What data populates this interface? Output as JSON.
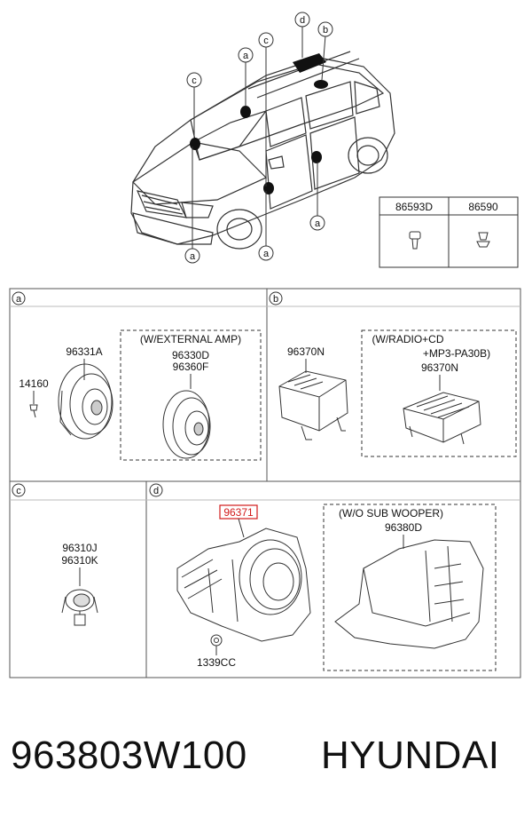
{
  "callouts": {
    "a": "a",
    "b": "b",
    "c": "c",
    "d": "d"
  },
  "clip_table": {
    "col1": "86593D",
    "col2": "86590"
  },
  "section_a": {
    "tag": "a",
    "part_main": "96331A",
    "part_screw": "14160",
    "box_title": "(W/EXTERNAL AMP)",
    "box_part1": "96330D",
    "box_part2": "96360F"
  },
  "section_b": {
    "tag": "b",
    "part_main": "96370N",
    "box_title_1": "(W/RADIO+CD",
    "box_title_2": "+MP3-PA30B)",
    "box_part": "96370N"
  },
  "section_c": {
    "tag": "c",
    "part1": "96310J",
    "part2": "96310K"
  },
  "section_d": {
    "tag": "d",
    "part_highlight": "96371",
    "part_nut": "1339CC",
    "box_title": "(W/O SUB WOOPER)",
    "box_part": "96380D"
  },
  "footer": {
    "part_number": "963803W100",
    "brand": "HYUNDAI"
  },
  "colors": {
    "highlight": "#d11a1a",
    "line": "#333333"
  }
}
